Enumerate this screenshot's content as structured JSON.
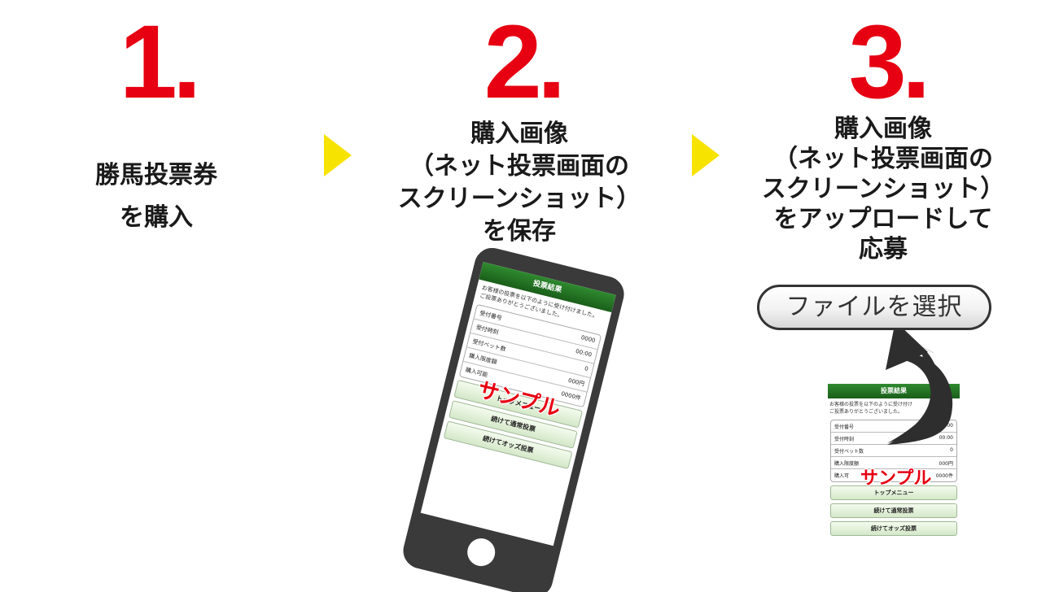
{
  "steps": [
    {
      "number": "1.",
      "lines": [
        "勝馬投票券",
        "を購入"
      ]
    },
    {
      "number": "2.",
      "lines": [
        "購入画像",
        "（ネット投票画面の",
        "スクリーンショット）",
        "を保存"
      ]
    },
    {
      "number": "3.",
      "lines": [
        "購入画像",
        "（ネット投票画面の",
        "スクリーンショット）",
        "をアップロードして",
        "応募"
      ]
    }
  ],
  "colors": {
    "accent_red": "#e60012",
    "arrow_yellow": "#f7e300",
    "header_green": "#237323"
  },
  "phone_screen": {
    "header": "投票結果",
    "intro": [
      "お客様の投票を以下のように受け付けました。",
      "ご投票ありがとうございました。"
    ],
    "rows": [
      {
        "label": "受付番号",
        "value": "0000"
      },
      {
        "label": "受付時刻",
        "value": "00:00"
      },
      {
        "label": "受付ベット数",
        "value": "0"
      },
      {
        "label": "購入限度額",
        "value": "000円"
      },
      {
        "label": "購入可能",
        "value": "0000件"
      }
    ],
    "buttons": [
      "トップメニュー",
      "続けて通常投票",
      "続けてオッズ投票"
    ],
    "watermark": "サンプル"
  },
  "upload": {
    "button_label": "ファイルを選択",
    "screenshot": {
      "header": "投票結果",
      "intro": [
        "お客様の投票を以下のように受け付け",
        "ご投票ありがとうございました。"
      ],
      "rows": [
        {
          "label": "受付番号",
          "value": "0000"
        },
        {
          "label": "受付時刻",
          "value": "00:00"
        },
        {
          "label": "受付ベット数",
          "value": "0"
        },
        {
          "label": "購入限度額",
          "value": "000円"
        },
        {
          "label": "購入可",
          "value": "0000件"
        }
      ],
      "buttons": [
        "トップメニュー",
        "続けて通常投票",
        "続けてオッズ投票"
      ],
      "watermark": "サンプル"
    }
  }
}
